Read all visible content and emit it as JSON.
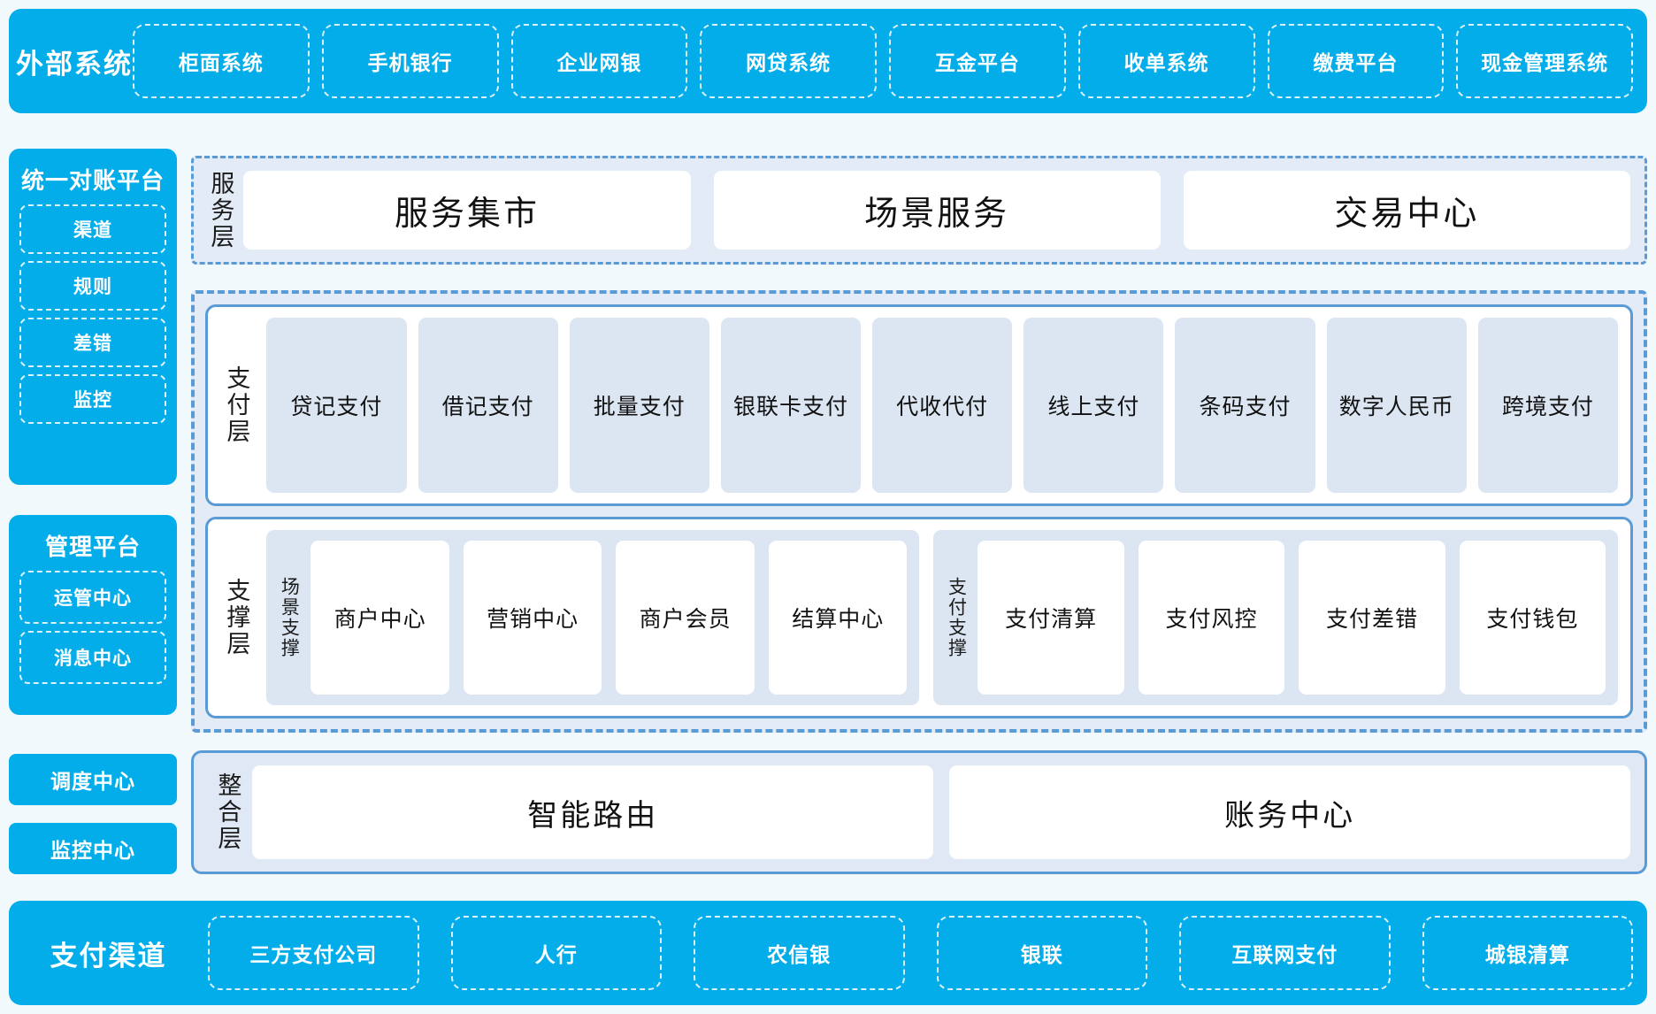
{
  "colors": {
    "page_bg": "#f2f9fd",
    "brand_cyan": "#03adea",
    "border_blue": "#5b9bd5",
    "panel_fill": "#e2ebf6",
    "card_fill": "#dce6f2",
    "white": "#ffffff"
  },
  "external_systems": {
    "title": "外部系统",
    "items": [
      {
        "label": "柜面系统"
      },
      {
        "label": "手机银行"
      },
      {
        "label": "企业网银"
      },
      {
        "label": "网贷系统"
      },
      {
        "label": "互金平台"
      },
      {
        "label": "收单系统"
      },
      {
        "label": "缴费平台"
      },
      {
        "label": "现金管理系统"
      }
    ]
  },
  "sidebar": {
    "reconciliation": {
      "title": "统一对账平台",
      "items": [
        {
          "label": "渠道"
        },
        {
          "label": "规则"
        },
        {
          "label": "差错"
        },
        {
          "label": "监控"
        }
      ]
    },
    "management": {
      "title": "管理平台",
      "items": [
        {
          "label": "运管中心"
        },
        {
          "label": "消息中心"
        }
      ]
    },
    "standalone": [
      {
        "label": "调度中心"
      },
      {
        "label": "监控中心"
      }
    ]
  },
  "service_layer": {
    "label": "服务层",
    "cards": [
      {
        "label": "服务集市"
      },
      {
        "label": "场景服务"
      },
      {
        "label": "交易中心"
      }
    ]
  },
  "payment_layer": {
    "label": "支付层",
    "cards": [
      {
        "label": "贷记支付"
      },
      {
        "label": "借记支付"
      },
      {
        "label": "批量支付"
      },
      {
        "label": "银联卡支付"
      },
      {
        "label": "代收代付"
      },
      {
        "label": "线上支付"
      },
      {
        "label": "条码支付"
      },
      {
        "label": "数字人民币"
      },
      {
        "label": "跨境支付"
      }
    ]
  },
  "support_layer": {
    "label": "支撑层",
    "groups": [
      {
        "label": "场景支撑",
        "cards": [
          {
            "label": "商户中心"
          },
          {
            "label": "营销中心"
          },
          {
            "label": "商户会员"
          },
          {
            "label": "结算中心"
          }
        ]
      },
      {
        "label": "支付支撑",
        "cards": [
          {
            "label": "支付清算"
          },
          {
            "label": "支付风控"
          },
          {
            "label": "支付差错"
          },
          {
            "label": "支付钱包"
          }
        ]
      }
    ]
  },
  "integration_layer": {
    "label": "整合层",
    "cards": [
      {
        "label": "智能路由"
      },
      {
        "label": "账务中心"
      }
    ]
  },
  "payment_channels": {
    "title": "支付渠道",
    "items": [
      {
        "label": "三方支付公司"
      },
      {
        "label": "人行"
      },
      {
        "label": "农信银"
      },
      {
        "label": "银联"
      },
      {
        "label": "互联网支付"
      },
      {
        "label": "城银清算"
      }
    ]
  }
}
